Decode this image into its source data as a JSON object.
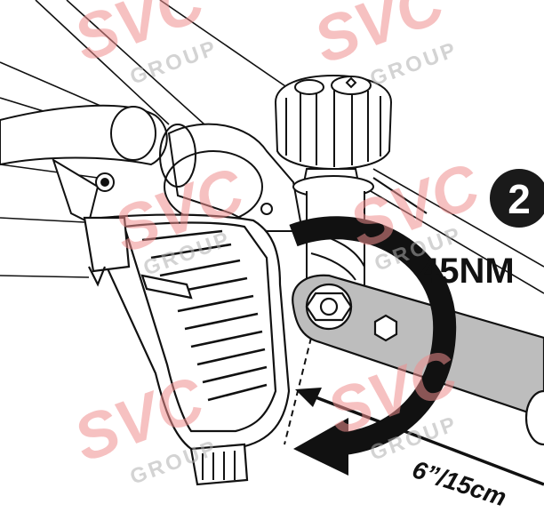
{
  "step": {
    "number": "2"
  },
  "torque": {
    "value": "45NM"
  },
  "distance": {
    "label": "6”/15cm"
  },
  "watermark": {
    "brand": "SVC",
    "sub": "GROUP",
    "color": "#f4a6a6"
  },
  "colors": {
    "ink": "#111111",
    "arrow": "#111111",
    "badge": "#1a1a1a",
    "badge_text": "#ffffff"
  },
  "icons": {
    "step_badge": "step-number-circle",
    "rotation": "clockwise-arrow",
    "measure": "double-arrow"
  }
}
